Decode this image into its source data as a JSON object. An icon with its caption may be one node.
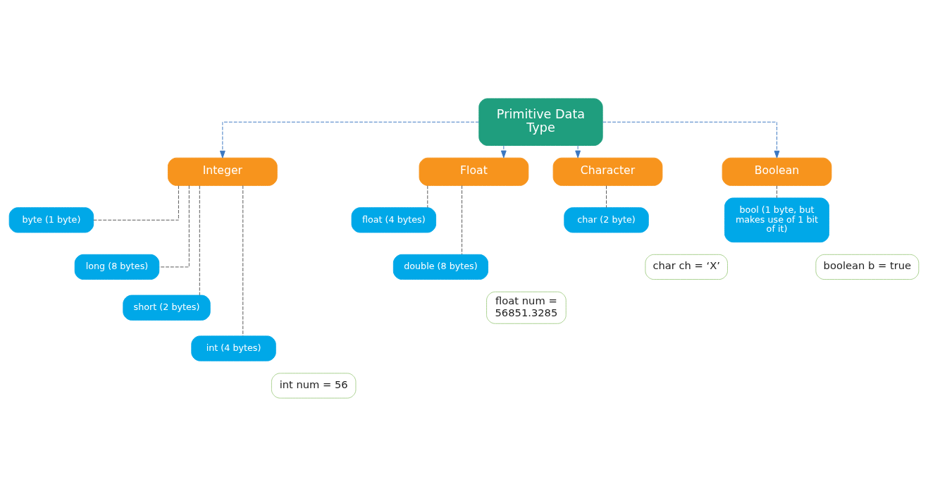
{
  "diagram": {
    "nodes": [
      {
        "text": [
          "Primitive Data Type"
        ]
      },
      {
        "text": [
          "Integer"
        ]
      },
      {
        "text": [
          "Float"
        ]
      },
      {
        "text": [
          "Character"
        ]
      },
      {
        "text": [
          "Boolean"
        ]
      },
      {
        "text": [
          "byte (1 byte)"
        ]
      },
      {
        "text": [
          "long (8 bytes)"
        ]
      },
      {
        "text": [
          "short (2 bytes)"
        ]
      },
      {
        "text": [
          "int (4 bytes)"
        ]
      },
      {
        "text": [
          "float (4 bytes)"
        ]
      },
      {
        "text": [
          "double (8 bytes)"
        ]
      },
      {
        "text": [
          "char (2 byte)"
        ]
      },
      {
        "text": [
          "bool (1 byte, but makes use of 1 bit of it)"
        ]
      },
      {
        "text": [
          "int num = 56"
        ]
      },
      {
        "text": [
          "float num = 56851.3285"
        ]
      },
      {
        "text": [
          "char ch = ‘X’"
        ]
      },
      {
        "text": [
          "boolean b = true"
        ]
      }
    ],
    "edges": [
      {
        "from": 0,
        "to": 1,
        "arrow": "to",
        "style": "dashed",
        "color": "#3b78c2"
      },
      {
        "from": 0,
        "to": 2,
        "arrow": "to",
        "style": "dashed",
        "color": "#3b78c2"
      },
      {
        "from": 0,
        "to": 3,
        "arrow": "to",
        "style": "dashed",
        "color": "#3b78c2"
      },
      {
        "from": 0,
        "to": 4,
        "arrow": "to",
        "style": "dashed",
        "color": "#3b78c2"
      },
      {
        "from": 1,
        "to": 5,
        "arrow": "none",
        "style": "dashed"
      },
      {
        "from": 1,
        "to": 6,
        "arrow": "none",
        "style": "dashed"
      },
      {
        "from": 1,
        "to": 7,
        "arrow": "none",
        "style": "dashed"
      },
      {
        "from": 1,
        "to": 8,
        "arrow": "none",
        "style": "dashed"
      },
      {
        "from": 2,
        "to": 9,
        "arrow": "none",
        "style": "dashed"
      },
      {
        "from": 2,
        "to": 10,
        "arrow": "none",
        "style": "dashed"
      },
      {
        "from": 3,
        "to": 11,
        "arrow": "none",
        "style": "dashed"
      },
      {
        "from": 4,
        "to": 12,
        "arrow": "none",
        "style": "dashed"
      }
    ]
  }
}
